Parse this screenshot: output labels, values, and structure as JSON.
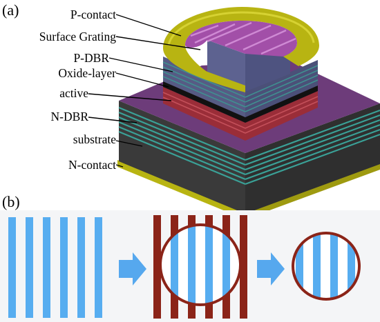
{
  "panels": {
    "a": {
      "label": "(a)"
    },
    "b": {
      "label": "(b)"
    }
  },
  "layers": [
    {
      "name": "P-contact"
    },
    {
      "name": "Surface Grating"
    },
    {
      "name": "P-DBR"
    },
    {
      "name": "Oxide-layer"
    },
    {
      "name": "active"
    },
    {
      "name": "N-DBR"
    },
    {
      "name": "substrate"
    },
    {
      "name": "N-contact"
    }
  ],
  "colors": {
    "contact_gold": "#b8b412",
    "contact_gold_light": "#cfcb1c",
    "grating_magenta": "#a24fa8",
    "grating_light": "#c77ccc",
    "pdbr_blue": "#565b84",
    "pdbr_stripe": "#3f9090",
    "ndbr_stripe": "#3aa197",
    "top_purple": "#6d3c7a",
    "active_red": "#a2303c",
    "oxide_black": "#111111",
    "substrate_gray": "#3a3a3a",
    "grating_bar_blue": "#57adf0",
    "aperture_red": "#8b2418",
    "arrow_blue": "#56a8ee"
  },
  "icons": {
    "arrow": "right-arrow-icon"
  }
}
